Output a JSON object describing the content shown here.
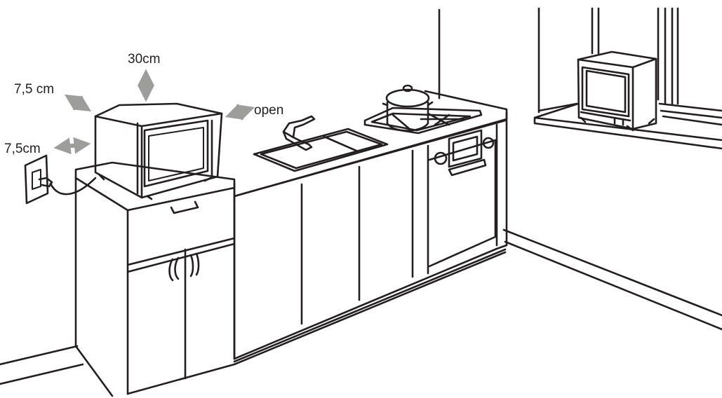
{
  "labels": {
    "top": "30cm",
    "side_back": "7,5 cm",
    "side": "7,5cm",
    "front": "open"
  },
  "colors": {
    "line": "#231f20",
    "arrow": "#9d9d9c",
    "background": "#ffffff",
    "window_frame": "#6f6f6e"
  }
}
